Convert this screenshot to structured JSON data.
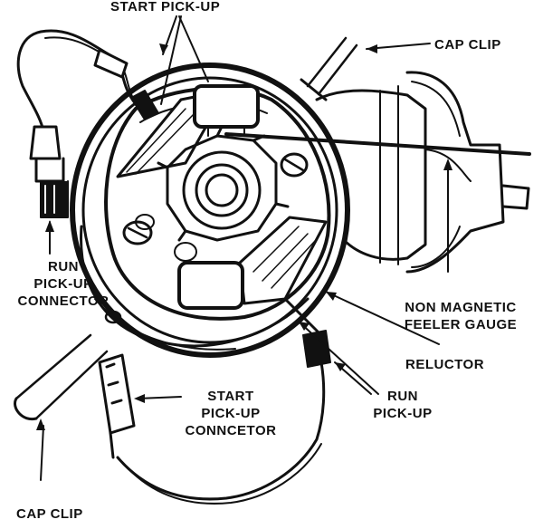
{
  "labels": {
    "start_pickup_top": "START PICK-UP",
    "cap_clip_top": "CAP CLIP",
    "run_pickup_connector": [
      "RUN",
      "PICK-UP",
      "CONNECTOR"
    ],
    "non_magnetic_feeler_gauge": [
      "NON MAGNETIC",
      "FEELER GAUGE"
    ],
    "reluctor": "RELUCTOR",
    "start_pickup_connector": [
      "START",
      "PICK-UP",
      "CONNCETOR"
    ],
    "run_pickup": [
      "RUN",
      "PICK-UP"
    ],
    "cap_clip_bottom": "CAP CLIP"
  }
}
